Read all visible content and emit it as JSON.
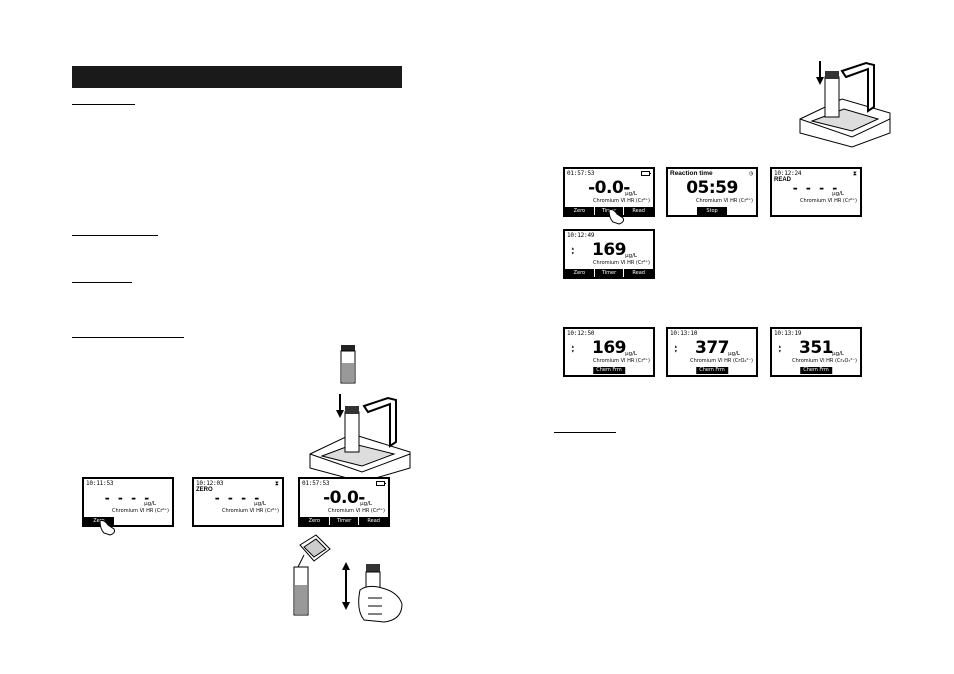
{
  "screens": {
    "s1": {
      "time": "10:11:53",
      "value": "- - - -",
      "unit": "µg/L",
      "method": "Chromium VI HR (Cr⁶⁺)",
      "keys": [
        "Zero",
        "",
        ""
      ]
    },
    "s2": {
      "time": "10:12:03",
      "status": "ZERO",
      "value": "- - - -",
      "unit": "µg/L",
      "method": "Chromium VI HR (Cr⁶⁺)"
    },
    "s3": {
      "time": "01:57:53",
      "value": "-0.0-",
      "unit": "µg/L",
      "method": "Chromium VI HR (Cr⁶⁺)",
      "keys": [
        "Zero",
        "Timer",
        "Read"
      ]
    },
    "s4": {
      "time": "01:57:53",
      "value": "-0.0-",
      "unit": "µg/L",
      "method": "Chromium VI HR (Cr⁶⁺)",
      "keys": [
        "Zero",
        "Timer",
        "Read"
      ]
    },
    "s5": {
      "header": "Reaction time",
      "value": "05:59",
      "method": "Chromium VI HR (Cr⁶⁺)",
      "stop": "Stop"
    },
    "s6": {
      "time": "10:12:24",
      "status": "READ",
      "value": "- - - -",
      "unit": "µg/L",
      "method": "Chromium VI HR (Cr⁶⁺)"
    },
    "s7": {
      "time": "10:12:49",
      "value": "169",
      "unit": "µg/L",
      "method": "Chromium VI HR (Cr⁶⁺)",
      "keys": [
        "Zero",
        "Timer",
        "Read"
      ]
    },
    "s8": {
      "time": "10:12:50",
      "value": "169",
      "unit": "µg/L",
      "method": "Chromium VI HR (Cr⁶⁺)",
      "tag": "Chem Frm"
    },
    "s9": {
      "time": "10:13:10",
      "value": "377",
      "unit": "µg/L",
      "method": "Chromium VI HR (CrO₄²⁻)",
      "tag": "Chem Frm"
    },
    "s10": {
      "time": "10:13:19",
      "value": "351",
      "unit": "µg/L",
      "method": "Chromium VI HR (Cr₂O₇²⁻)",
      "tag": "Chem Frm"
    }
  }
}
